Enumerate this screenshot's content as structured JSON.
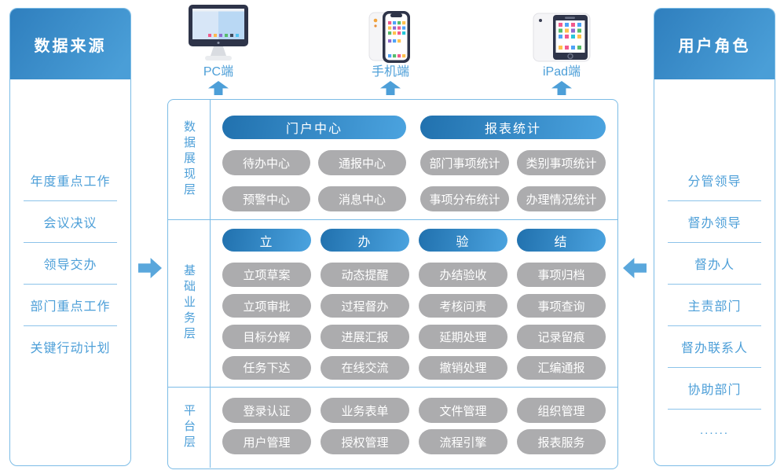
{
  "left_panel": {
    "title": "数据来源",
    "items": [
      "年度重点工作",
      "会议决议",
      "领导交办",
      "部门重点工作",
      "关键行动计划"
    ]
  },
  "right_panel": {
    "title": "用户角色",
    "items": [
      "分管领导",
      "督办领导",
      "督办人",
      "主责部门",
      "督办联系人",
      "协助部门",
      "......"
    ]
  },
  "devices": [
    {
      "label": "PC端",
      "icon": "desktop-monitor-icon"
    },
    {
      "label": "手机端",
      "icon": "smartphone-icon"
    },
    {
      "label": "iPad端",
      "icon": "tablet-icon"
    }
  ],
  "layers": [
    {
      "label": "数据展现层",
      "groups": [
        {
          "header": "门户中心",
          "items": [
            "待办中心",
            "通报中心",
            "预警中心",
            "消息中心"
          ]
        },
        {
          "header": "报表统计",
          "items": [
            "部门事项统计",
            "类别事项统计",
            "事项分布统计",
            "办理情况统计"
          ]
        }
      ]
    },
    {
      "label": "基础业务层",
      "columns": [
        {
          "header": "立",
          "items": [
            "立项草案",
            "立项审批",
            "目标分解",
            "任务下达"
          ]
        },
        {
          "header": "办",
          "items": [
            "动态提醒",
            "过程督办",
            "进展汇报",
            "在线交流"
          ]
        },
        {
          "header": "验",
          "items": [
            "办结验收",
            "考核问责",
            "延期处理",
            "撤销处理"
          ]
        },
        {
          "header": "结",
          "items": [
            "事项归档",
            "事项查询",
            "记录留痕",
            "汇编通报"
          ]
        }
      ]
    },
    {
      "label": "平台层",
      "items": [
        "登录认证",
        "业务表单",
        "文件管理",
        "组织管理",
        "用户管理",
        "授权管理",
        "流程引擎",
        "报表服务"
      ]
    }
  ],
  "colors": {
    "accent_blue": "#4D9FD8",
    "border_blue": "#7CBCE6",
    "header_gradient_start": "#2F7FBE",
    "header_gradient_end": "#4A9ED7",
    "pill_gradient_start": "#2171AE",
    "pill_gradient_end": "#4BA3DF",
    "gray_pill": "#ACACAE"
  }
}
